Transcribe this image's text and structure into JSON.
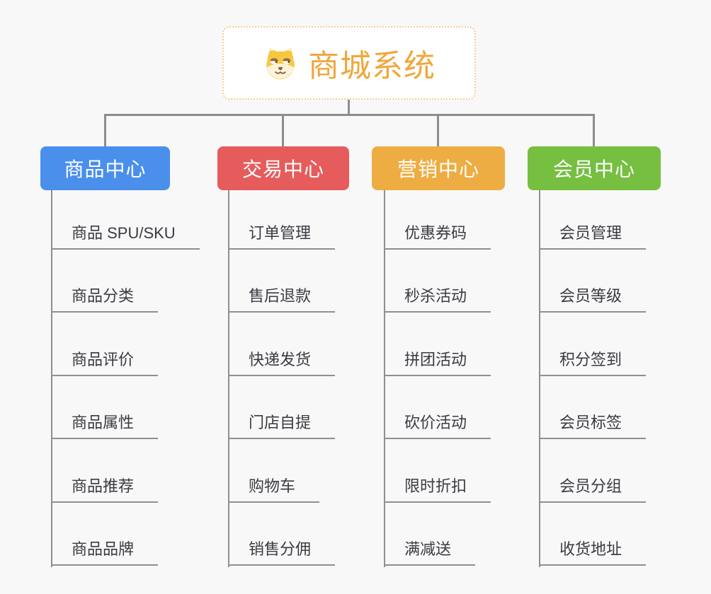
{
  "root": {
    "title": "商城系统",
    "icon": "shiba-dog-icon",
    "accent_color": "#f0a73c",
    "border_color": "#f6cd92"
  },
  "connector_color": "#8d8d8d",
  "branches": [
    {
      "label": "商品中心",
      "color": "#4a8fec",
      "items": [
        "商品 SPU/SKU",
        "商品分类",
        "商品评价",
        "商品属性",
        "商品推荐",
        "商品品牌"
      ]
    },
    {
      "label": "交易中心",
      "color": "#e65c5c",
      "items": [
        "订单管理",
        "售后退款",
        "快递发货",
        "门店自提",
        "购物车",
        "销售分佣"
      ]
    },
    {
      "label": "营销中心",
      "color": "#eead42",
      "items": [
        "优惠券码",
        "秒杀活动",
        "拼团活动",
        "砍价活动",
        "限时折扣",
        "满减送"
      ]
    },
    {
      "label": "会员中心",
      "color": "#76bf41",
      "items": [
        "会员管理",
        "会员等级",
        "积分签到",
        "会员标签",
        "会员分组",
        "收货地址"
      ]
    }
  ]
}
